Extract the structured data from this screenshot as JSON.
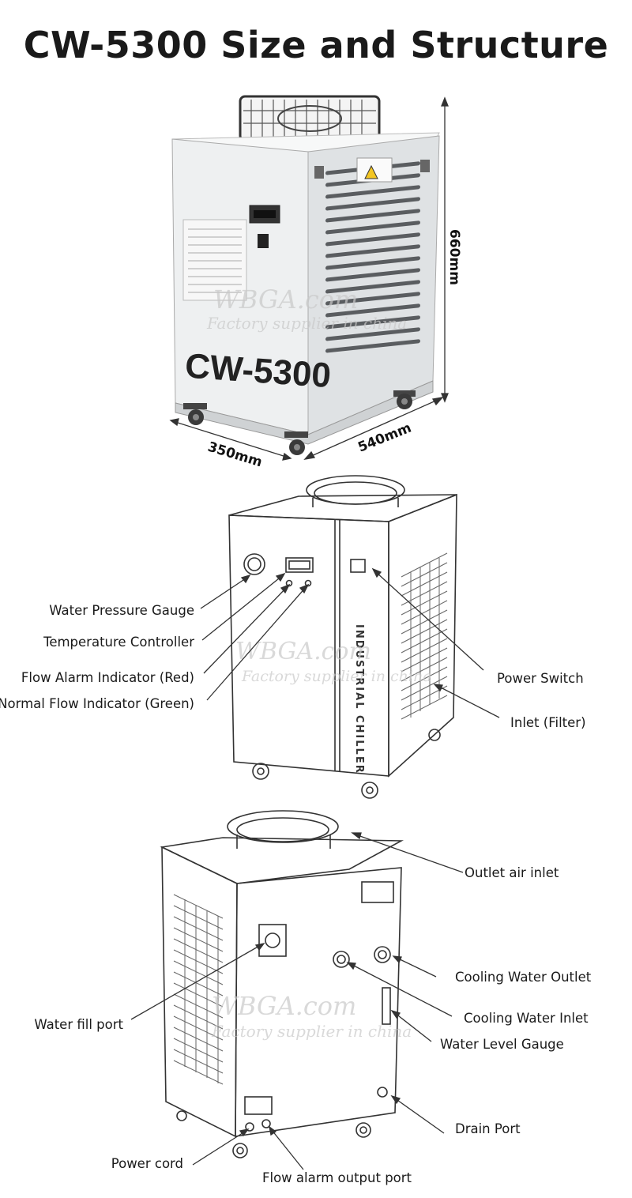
{
  "title": "CW-5300 Size and Structure",
  "product": {
    "model_label": "CW-5300",
    "side_text": "INDUSTRIAL CHILLER"
  },
  "dimensions": {
    "height": "660mm",
    "depth": "350mm",
    "width": "540mm"
  },
  "watermark": {
    "line1": "WBGA.com",
    "line2": "Factory supplier in china"
  },
  "front_labels": {
    "water_pressure_gauge": "Water Pressure Gauge",
    "temperature_controller": "Temperature Controller",
    "flow_alarm_indicator": "Flow Alarm Indicator (Red)",
    "normal_flow_indicator": "Normal Flow Indicator (Green)",
    "power_switch": "Power Switch",
    "inlet_filter": "Inlet (Filter)"
  },
  "back_labels": {
    "outlet_air_inlet": "Outlet air inlet",
    "cooling_water_outlet": "Cooling Water Outlet",
    "cooling_water_inlet": "Cooling Water Inlet",
    "water_fill_port": "Water fill port",
    "water_level_gauge": "Water Level Gauge",
    "drain_port": "Drain Port",
    "power_cord": "Power cord",
    "flow_alarm_output_port": "Flow alarm output port"
  },
  "colors": {
    "unit_white": "#eef0f1",
    "unit_side": "#dfe2e4",
    "line": "#444444",
    "text": "#1a1a1a"
  }
}
